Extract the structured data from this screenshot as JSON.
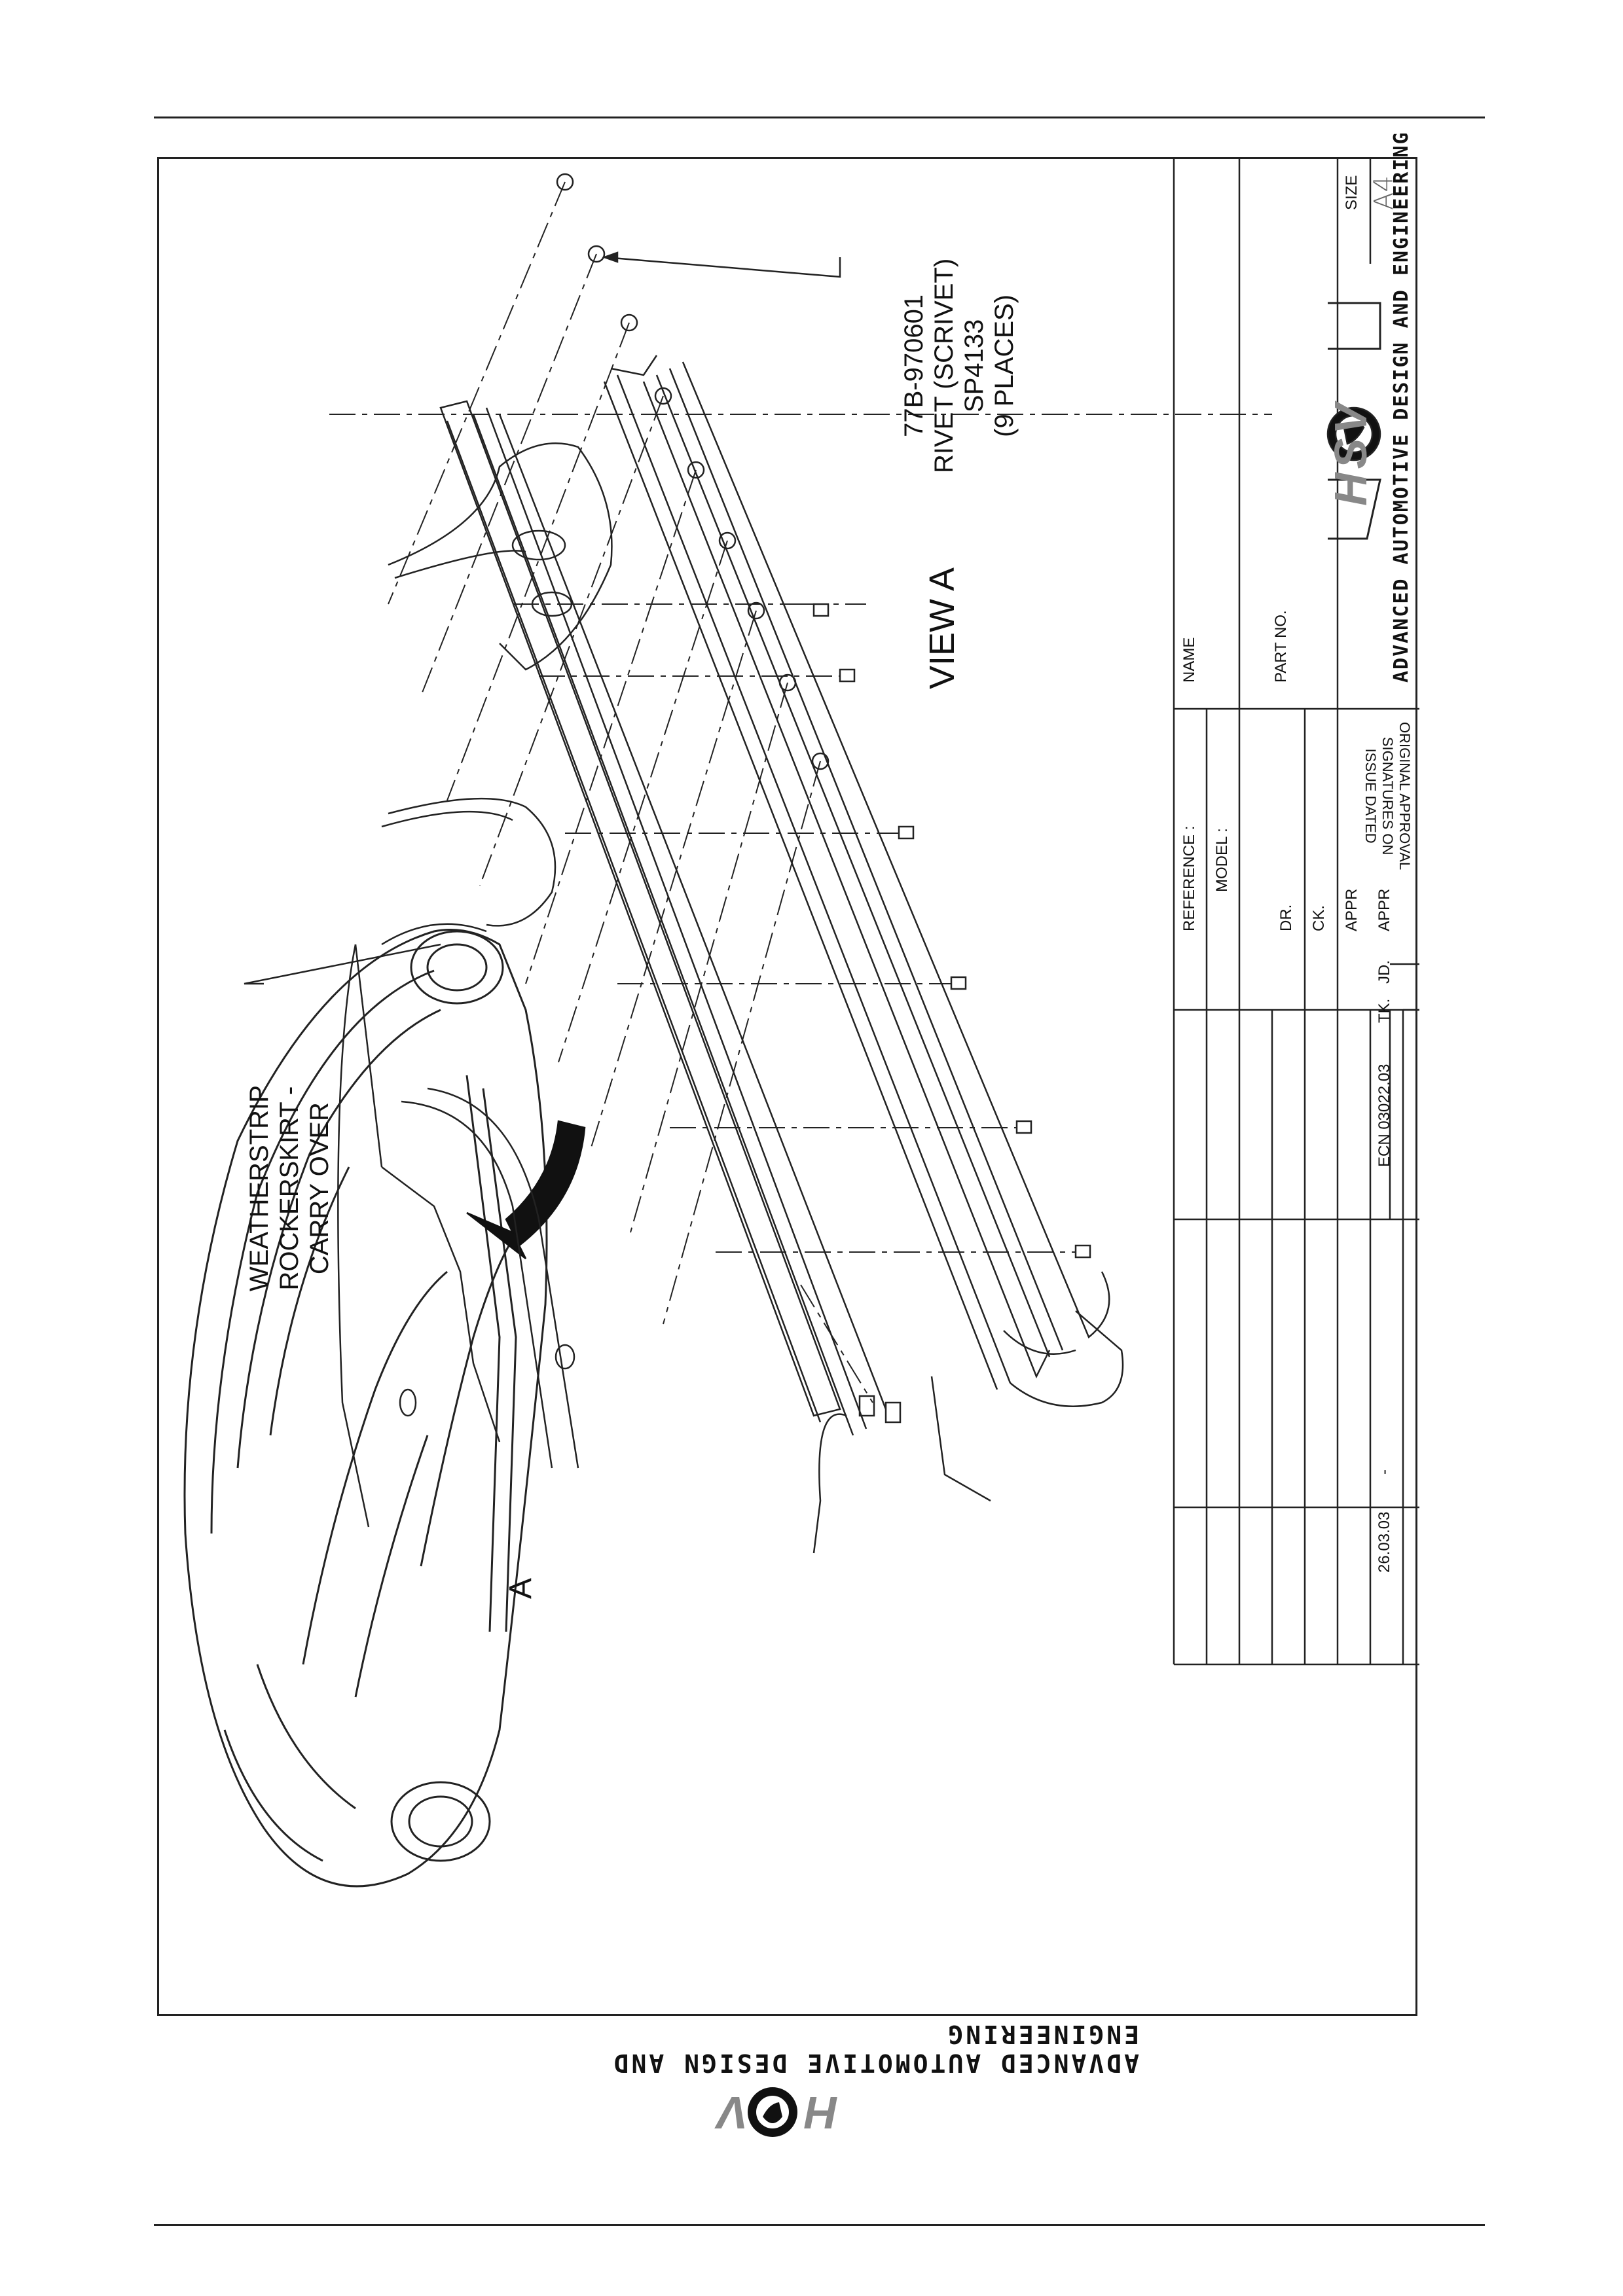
{
  "top_rule": true,
  "callouts": {
    "rivet": [
      "77B-970601",
      "RIVET (SCRIVET)",
      "SP4133",
      "(9 PLACES)"
    ],
    "weatherstrip": [
      "WEATHERSTRIP",
      "ROCKERSKIRT -",
      "CARRY OVER"
    ],
    "view": "VIEW A",
    "arrow_letter": "A"
  },
  "title_block": {
    "size_label": "SIZE",
    "size_value": "A4",
    "part_no_label": "PART NO.",
    "name_label": "NAME",
    "approval": [
      "ORIGINAL APPROVAL",
      "SIGNATURES ON",
      "ISSUE DATED"
    ],
    "reference_label": "REFERENCE :",
    "model_label": "MODEL :",
    "dr_label": "DR.",
    "ck_label": "CK.",
    "appr_label": "APPR",
    "appr2_label": "APPR",
    "tk_label": "TK.",
    "jd_label": "JD.",
    "ecn": "ECN 03022.03",
    "date": "26.03.03",
    "dash": "-",
    "company": "ADVANCED AUTOMOTIVE DESIGN AND ENGINEERING",
    "logo_text": "HSV"
  },
  "footer": {
    "company": "ADVANCED AUTOMOTIVE DESIGN AND ENGINEERING",
    "logo_text": "HSV"
  },
  "colors": {
    "ink": "#111111",
    "paper": "#ffffff"
  }
}
